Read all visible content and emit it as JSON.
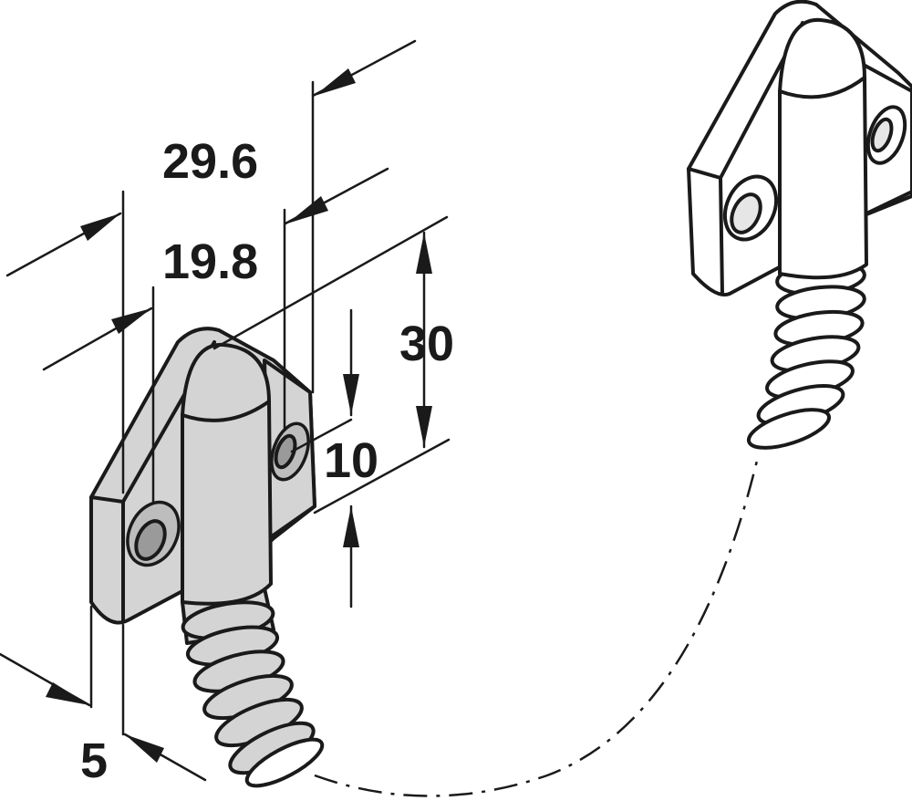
{
  "dimensions": {
    "overall_width": "29.6",
    "hole_spacing": "19.8",
    "height": "30",
    "hole_offset": "10",
    "thickness": "5"
  },
  "colors": {
    "part_fill": "#d4d4d4",
    "line": "#1a1a1a",
    "background": "#ffffff"
  }
}
